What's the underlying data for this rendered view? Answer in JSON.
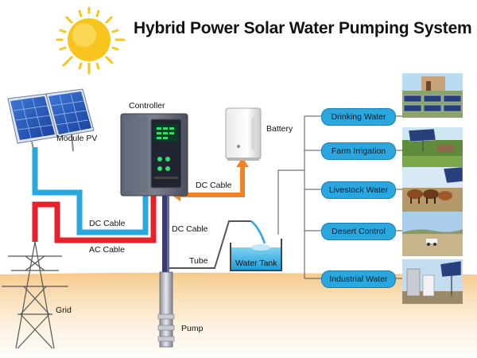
{
  "title": "Hybrid Power Solar Water Pumping System",
  "labels": {
    "module_pv": "Module PV",
    "controller": "Controller",
    "battery": "Battery",
    "dc_cable_upper": "DC Cable",
    "dc_cable_left": "DC Cable",
    "ac_cable": "AC Cable",
    "dc_cable_well": "DC Cable",
    "tube": "Tube",
    "water_tank": "Water Tank",
    "grid": "Grid",
    "pump": "Pump"
  },
  "applications": [
    {
      "label": "Drinking Water",
      "icon": "solar-farm-photo"
    },
    {
      "label": "Farm Irrigation",
      "icon": "irrigation-photo"
    },
    {
      "label": "Livestock Water",
      "icon": "livestock-photo"
    },
    {
      "label": "Desert Control",
      "icon": "desert-photo"
    },
    {
      "label": "Industrial Water",
      "icon": "industrial-tank-photo"
    }
  ],
  "colors": {
    "pv_cable": "#29a8e0",
    "ac_cable": "#e8202a",
    "battery_cable": "#f58220",
    "well_pipe": "#3b3b6b",
    "pill": "#2aa7df",
    "sun": "#f7c51e"
  }
}
